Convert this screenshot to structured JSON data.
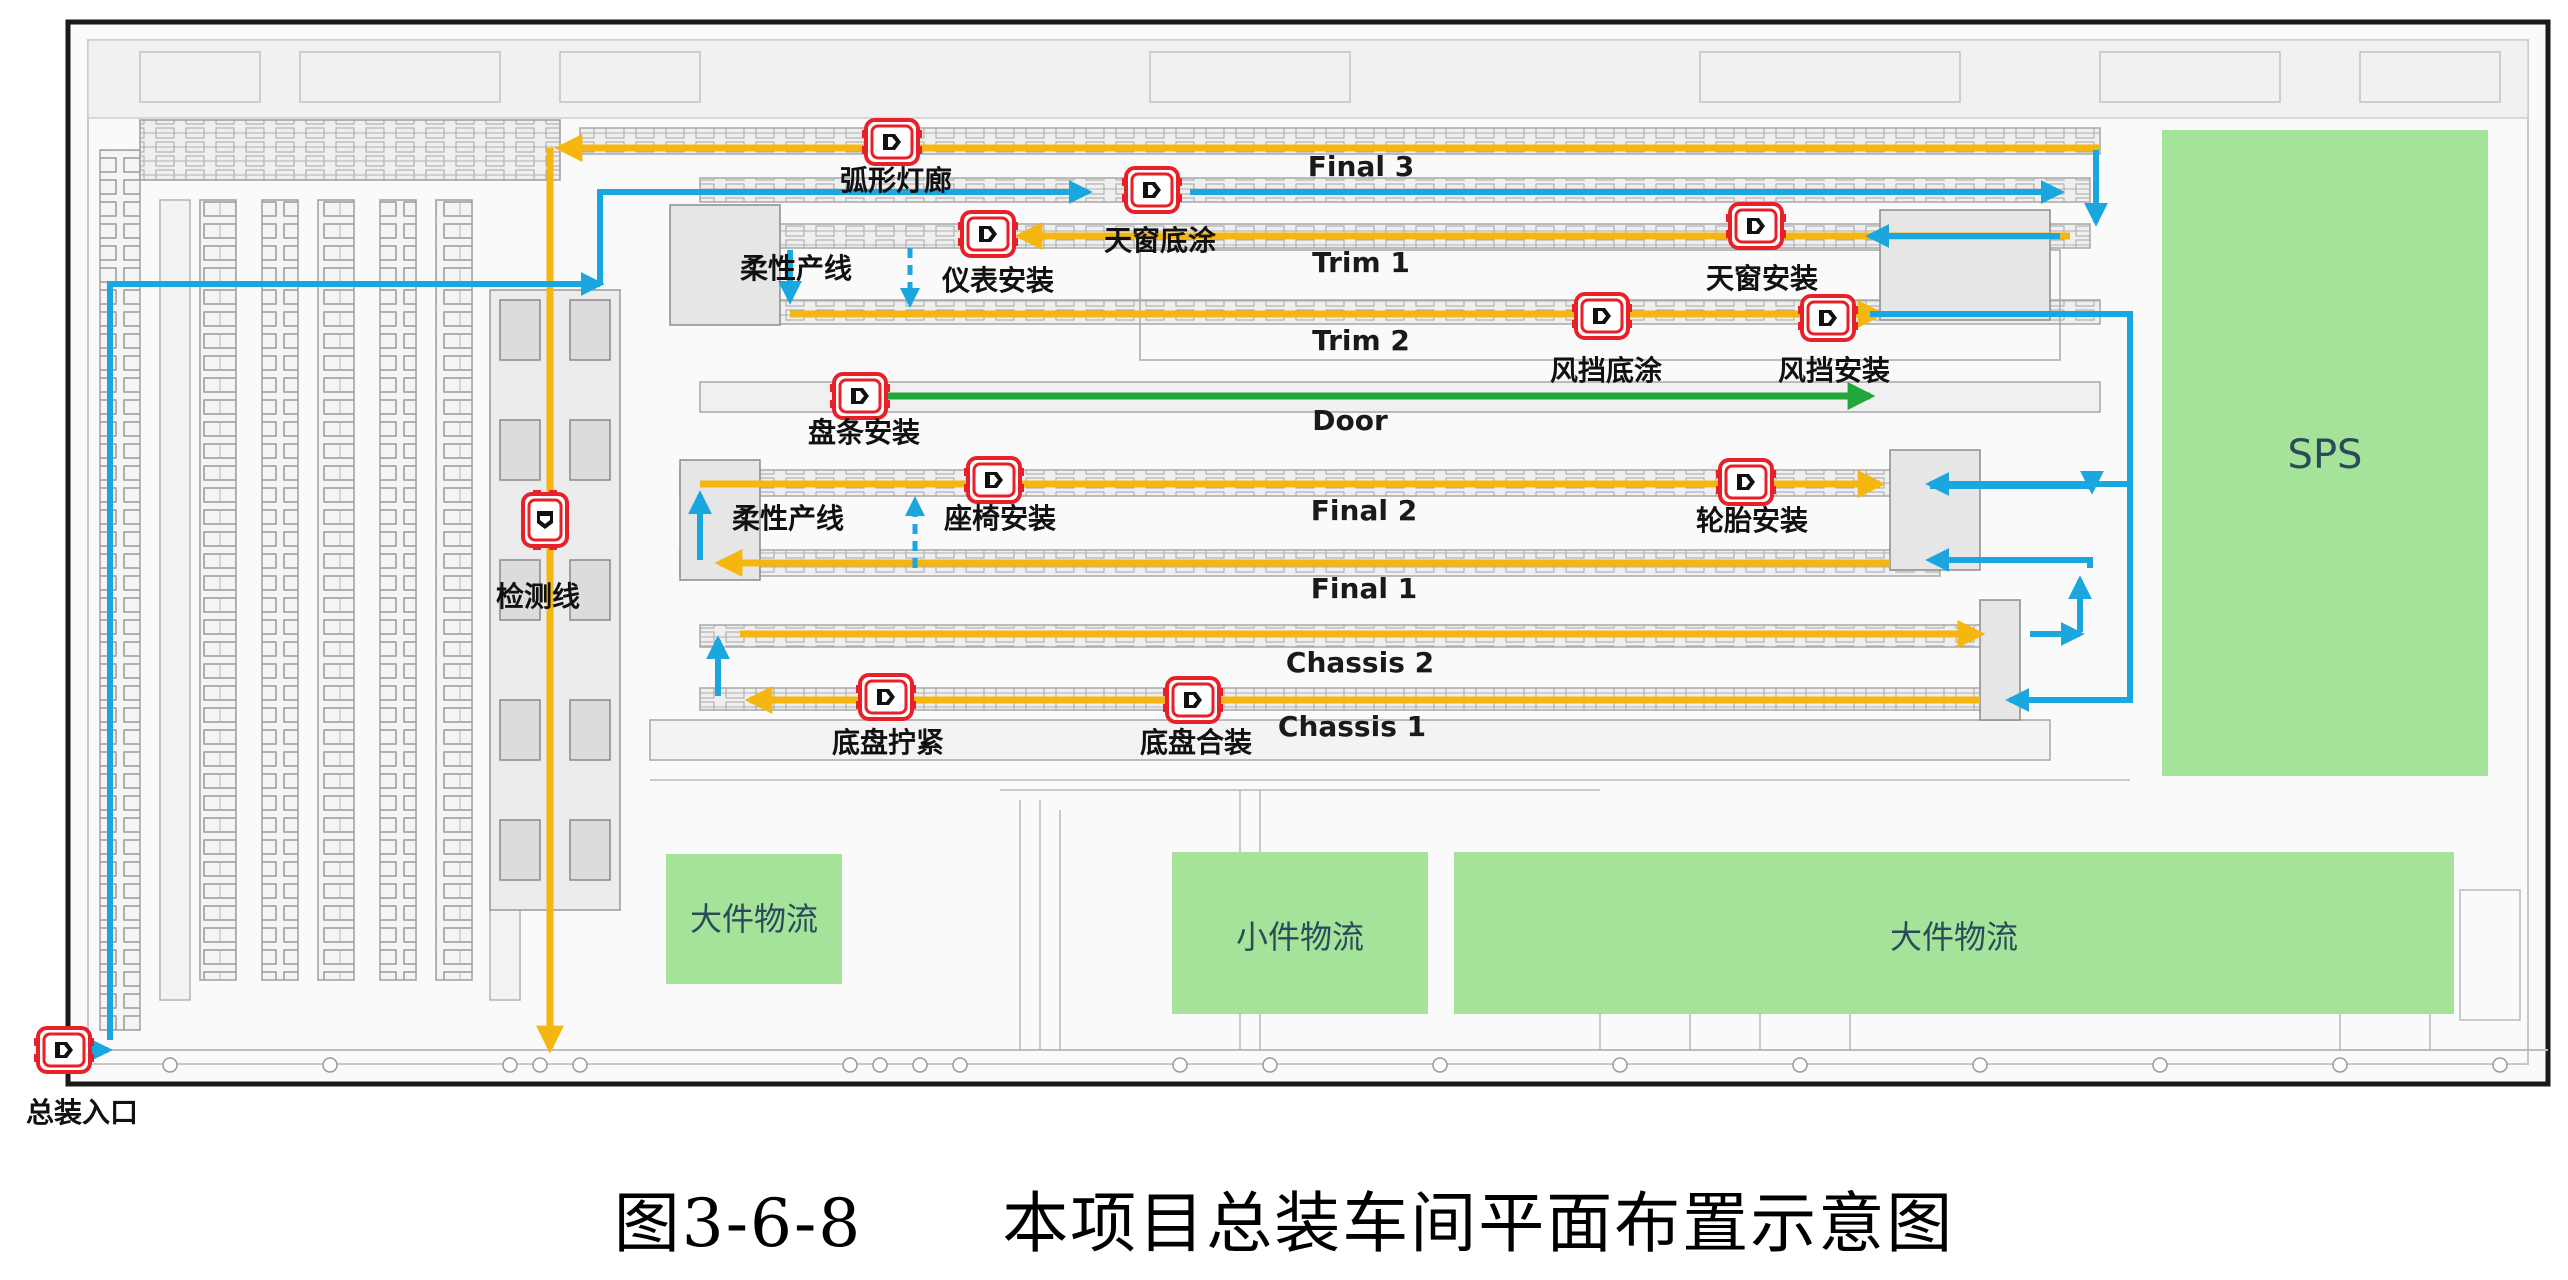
{
  "caption": {
    "figure_no": "图3-6-8",
    "title": "本项目总装车间平面布置示意图"
  },
  "colors": {
    "yellow_line": "#f5b70f",
    "blue_flow": "#1aa7e0",
    "green_flow": "#22a83a",
    "area_green": "#a6e39a",
    "car_red": "#e8202a"
  },
  "lines": {
    "final3": "Final 3",
    "trim1": "Trim 1",
    "trim2": "Trim 2",
    "door": "Door",
    "final2": "Final 2",
    "final1": "Final 1",
    "chassis2": "Chassis 2",
    "chassis1": "Chassis 1"
  },
  "stations": {
    "arc_gallery": "弧形灯廊",
    "flex_line_top": "柔性产线",
    "instrument": "仪表安装",
    "sunroof_seal": "天窗底涂",
    "sunroof_install": "天窗安装",
    "windshield_seal": "风挡底涂",
    "windshield_install": "风挡安装",
    "panel_install": "盘条安装",
    "flex_line_mid": "柔性产线",
    "seat_install": "座椅安装",
    "tire_install": "轮胎安装",
    "inspection_line": "检测线",
    "chassis_tighten": "底盘拧紧",
    "chassis_marriage": "底盘合装",
    "entrance": "总装入口"
  },
  "areas": {
    "sps": "SPS",
    "large_parts_left": "大件物流",
    "small_parts": "小件物流",
    "large_parts_right": "大件物流"
  }
}
